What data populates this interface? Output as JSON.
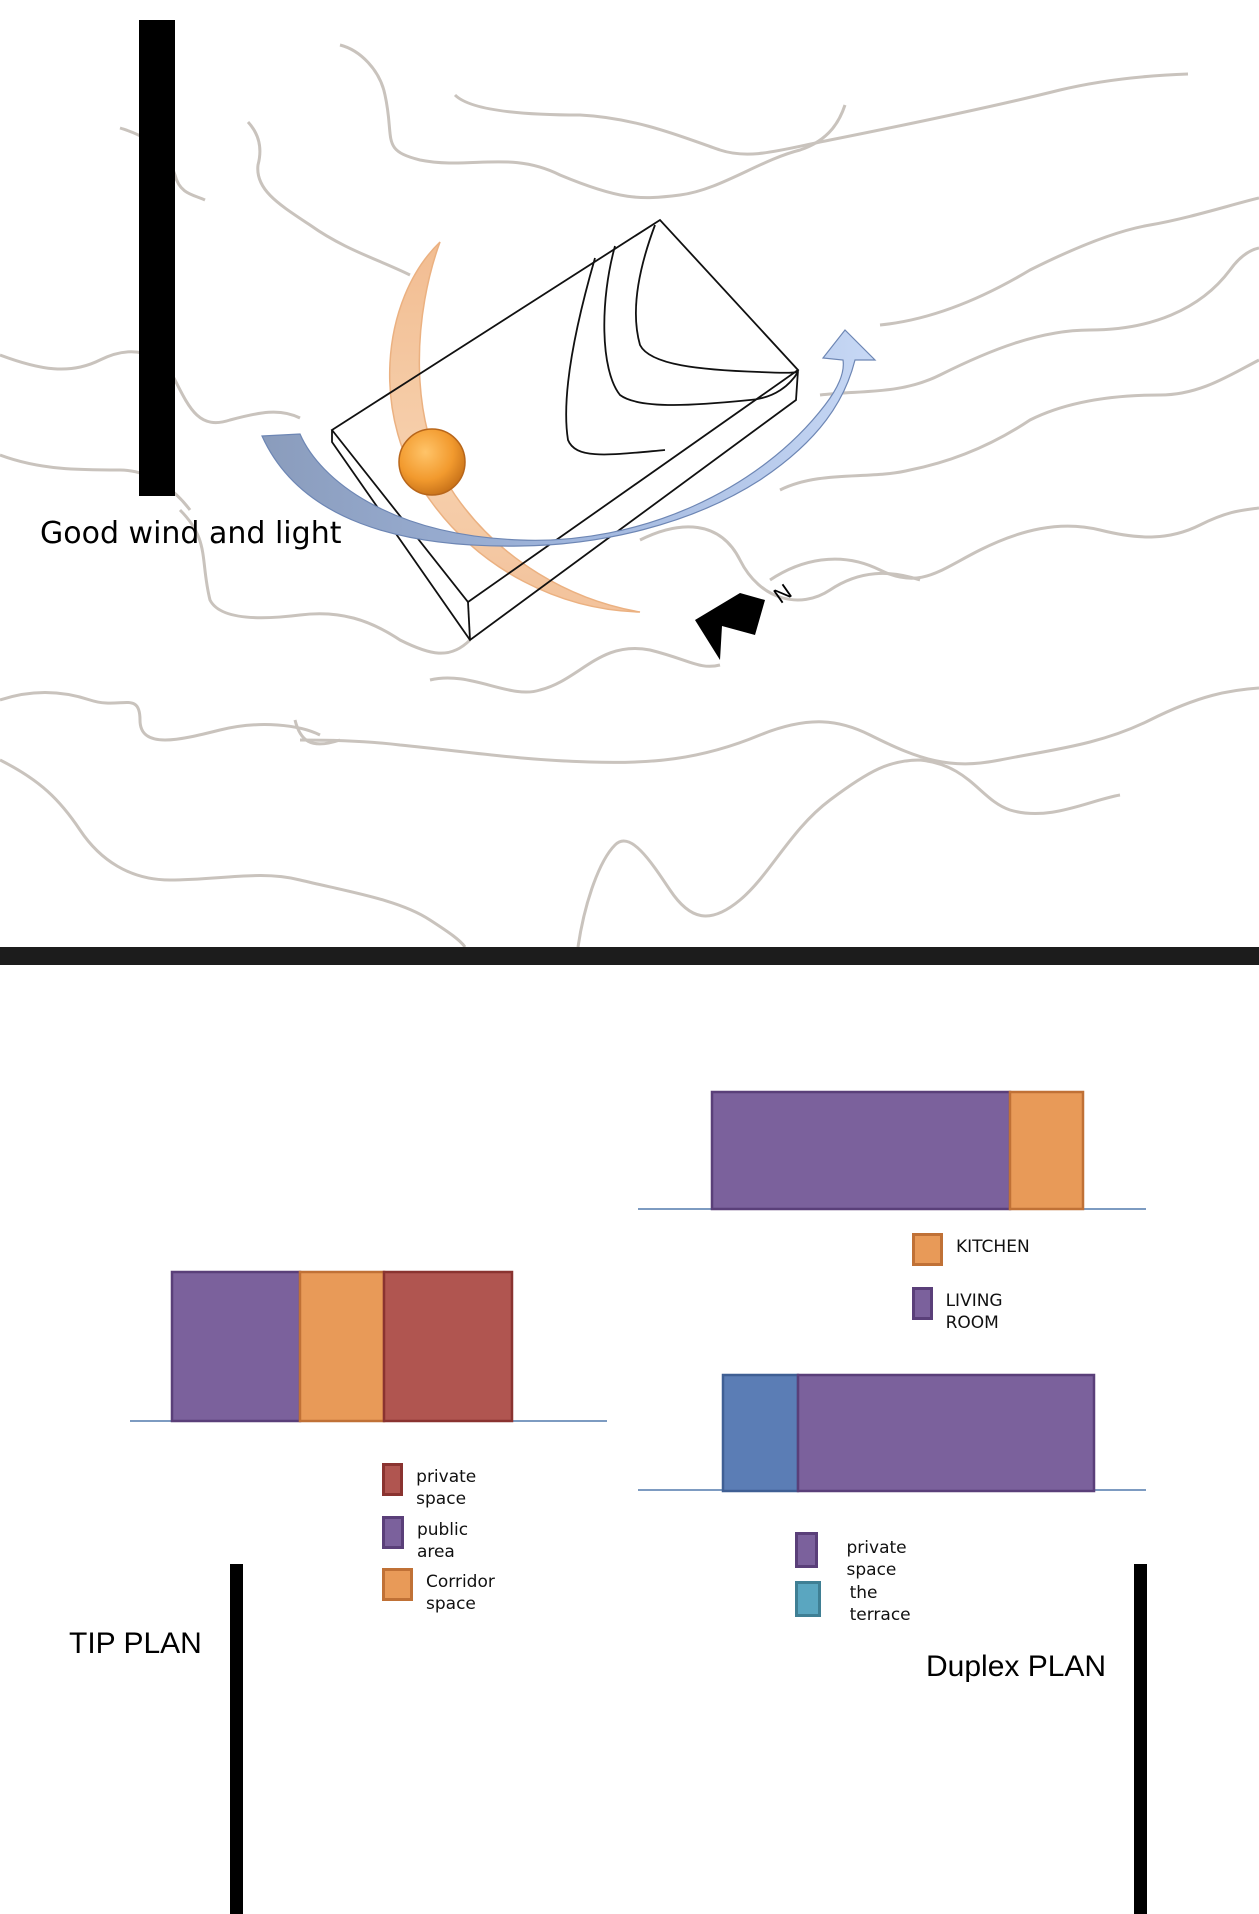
{
  "site_diagram": {
    "annotation": "Good wind and light",
    "north_label": "N",
    "icons": [
      "north-arrow-icon",
      "sun-icon",
      "wind-arrow-icon",
      "sun-path-arc-icon"
    ]
  },
  "tip_plan": {
    "title": "TIP PLAN",
    "bar_blocks": [
      "public",
      "corridor",
      "private"
    ],
    "legend": [
      {
        "label": "private space",
        "color": "#b05550"
      },
      {
        "label": "public area",
        "color": "#7b619c"
      },
      {
        "label": "Corridor\nspace",
        "color": "#e89a58"
      }
    ]
  },
  "duplex_plan": {
    "title": "Duplex PLAN",
    "upper_blocks": [
      "living",
      "kitchen"
    ],
    "upper_legend": [
      {
        "label": "KITCHEN",
        "color": "#e89a58"
      },
      {
        "label": "LIVING ROOM",
        "color": "#7b619c"
      }
    ],
    "lower_blocks": [
      "terrace",
      "private"
    ],
    "lower_legend": [
      {
        "label": "private space",
        "color": "#7b619c"
      },
      {
        "label": "the terrace",
        "color": "#5aa6c0"
      }
    ]
  },
  "colors": {
    "purple": "#7b619c",
    "orange": "#e89a58",
    "red": "#b05550",
    "blue": "#5b7db5",
    "teal": "#5aa6c0",
    "ground_line": "#7d9bc1",
    "contour": "#c9c3bd"
  }
}
